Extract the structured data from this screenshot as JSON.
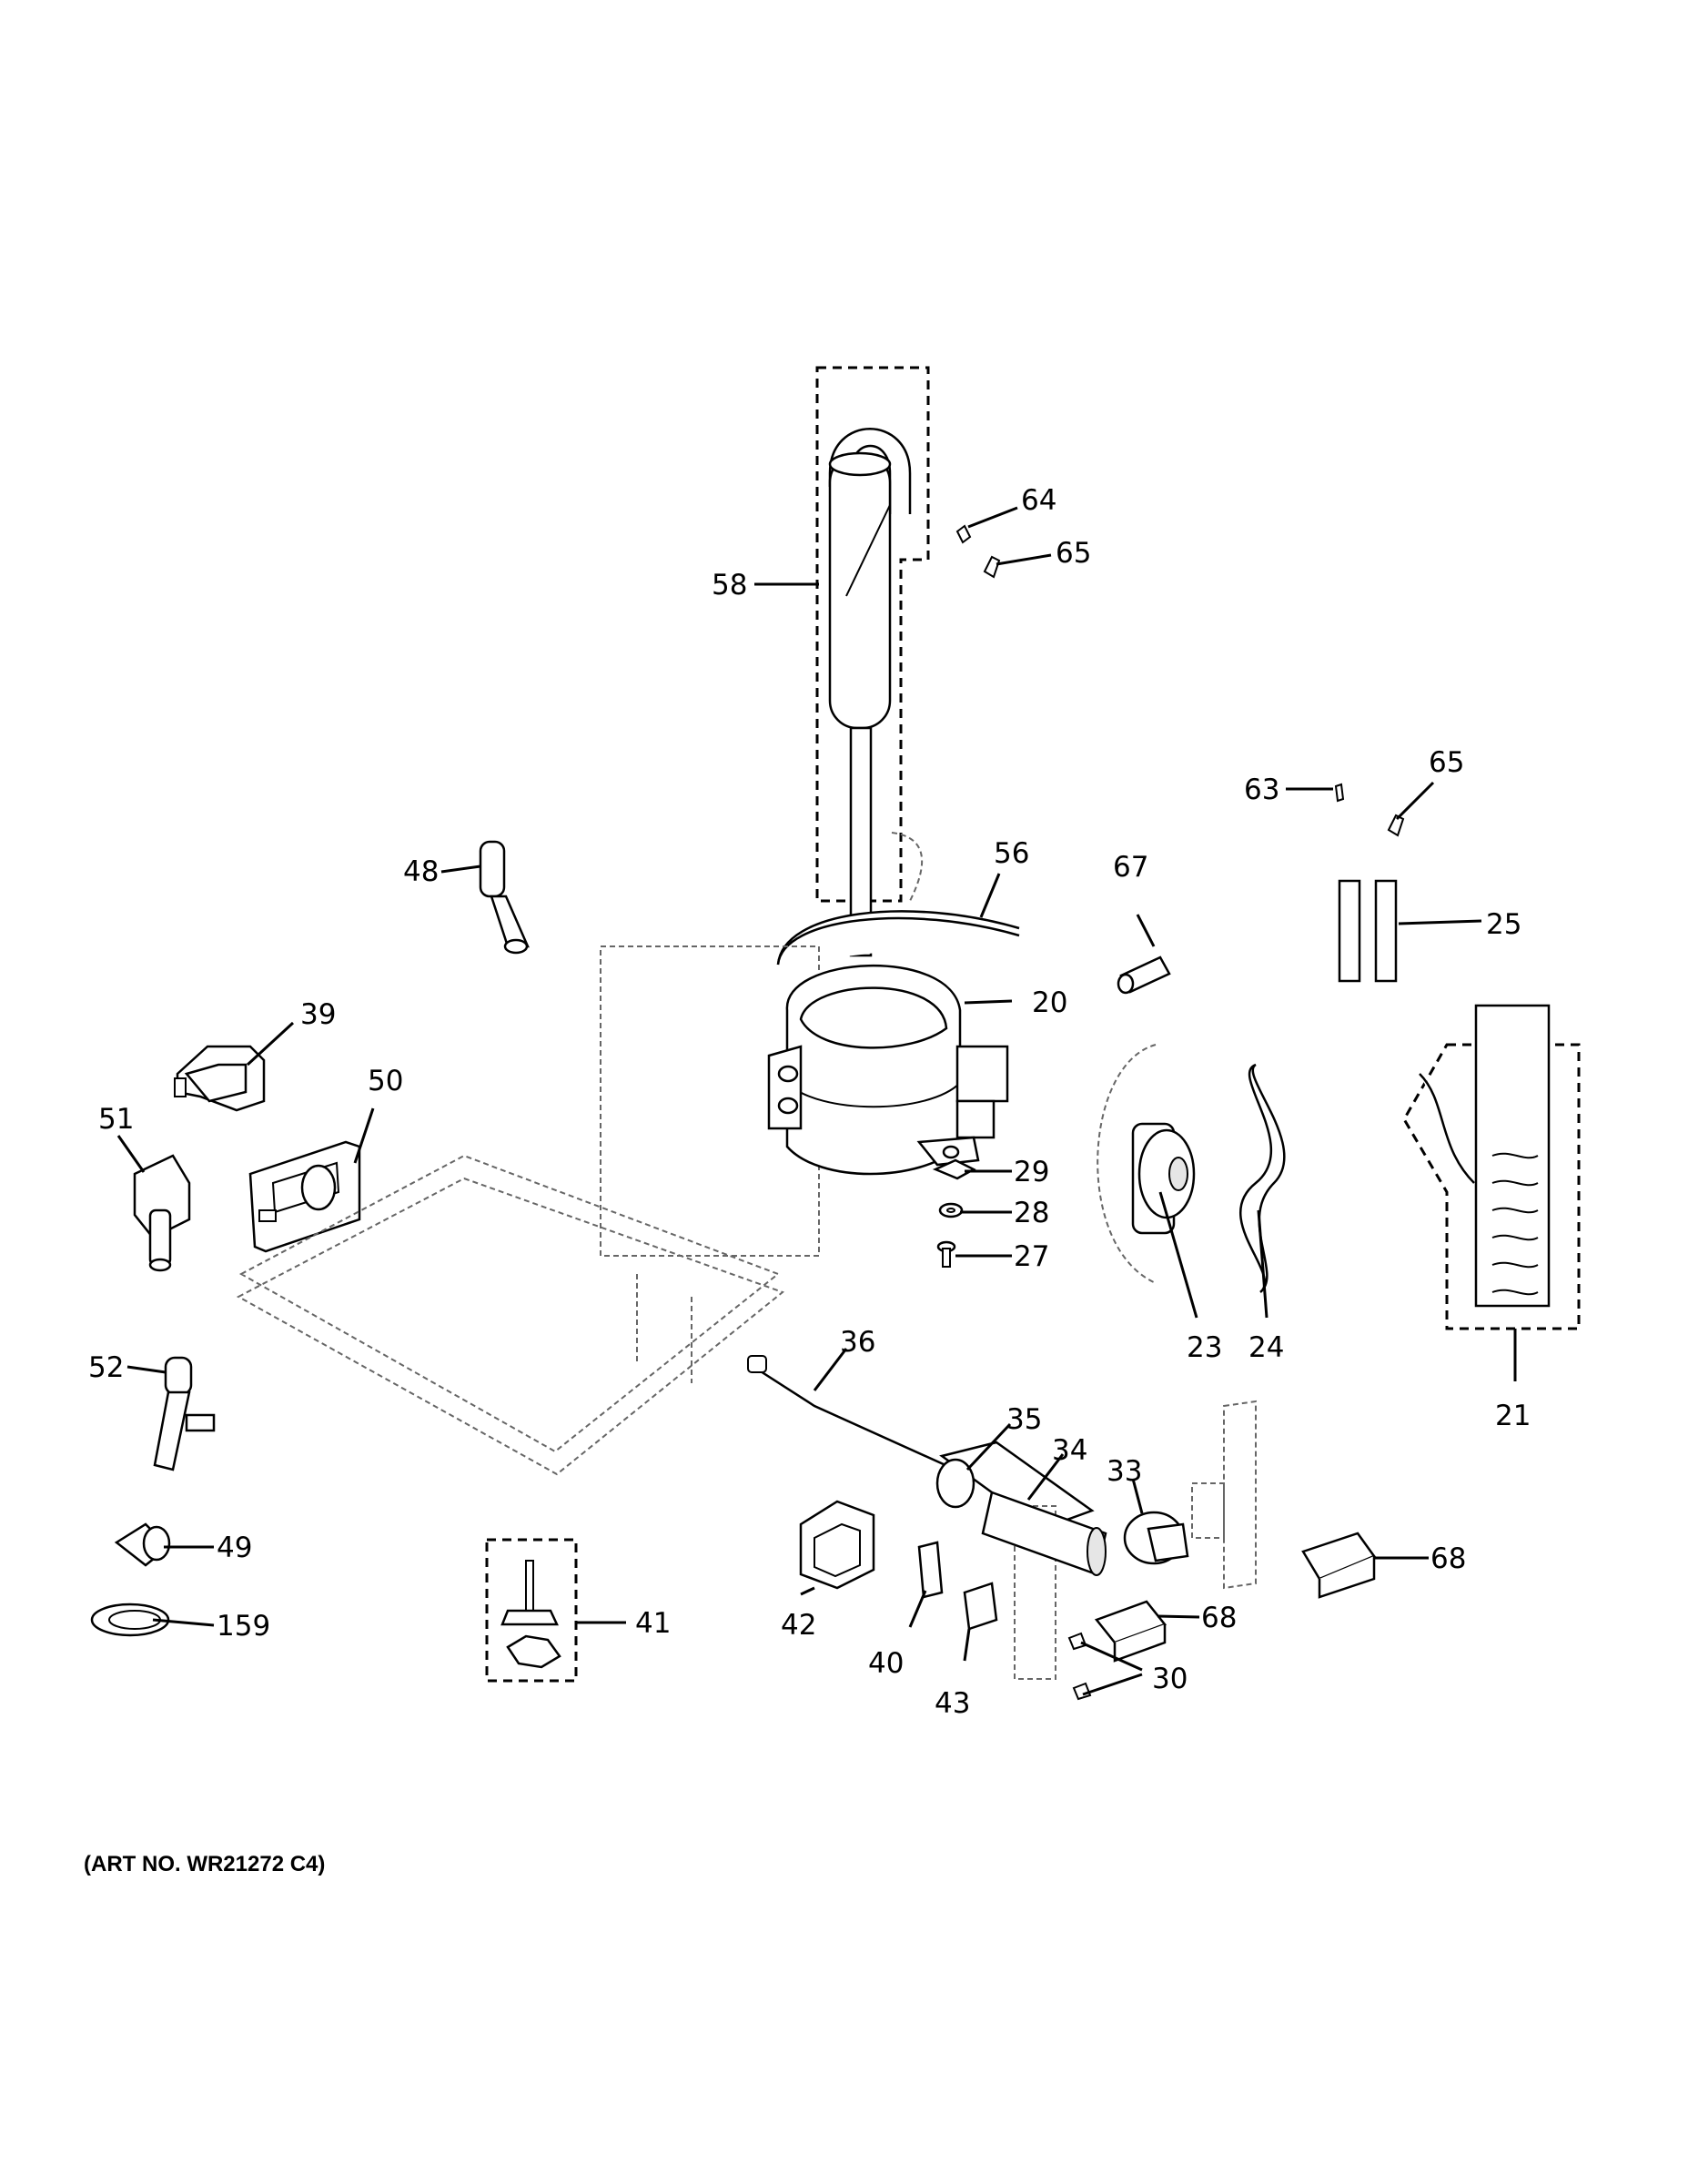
{
  "callouts": [
    {
      "id": "p58",
      "number": "58"
    },
    {
      "id": "p64",
      "number": "64"
    },
    {
      "id": "p65a",
      "number": "65"
    },
    {
      "id": "p63",
      "number": "63"
    },
    {
      "id": "p65b",
      "number": "65"
    },
    {
      "id": "p48",
      "number": "48"
    },
    {
      "id": "p56",
      "number": "56"
    },
    {
      "id": "p67",
      "number": "67"
    },
    {
      "id": "p25",
      "number": "25"
    },
    {
      "id": "p20",
      "number": "20"
    },
    {
      "id": "p39",
      "number": "39"
    },
    {
      "id": "p50",
      "number": "50"
    },
    {
      "id": "p51",
      "number": "51"
    },
    {
      "id": "p29",
      "number": "29"
    },
    {
      "id": "p28",
      "number": "28"
    },
    {
      "id": "p27",
      "number": "27"
    },
    {
      "id": "p23",
      "number": "23"
    },
    {
      "id": "p24",
      "number": "24"
    },
    {
      "id": "p21",
      "number": "21"
    },
    {
      "id": "p36",
      "number": "36"
    },
    {
      "id": "p52",
      "number": "52"
    },
    {
      "id": "p35",
      "number": "35"
    },
    {
      "id": "p34",
      "number": "34"
    },
    {
      "id": "p33",
      "number": "33"
    },
    {
      "id": "p68a",
      "number": "68"
    },
    {
      "id": "p68b",
      "number": "68"
    },
    {
      "id": "p49",
      "number": "49"
    },
    {
      "id": "p159",
      "number": "159"
    },
    {
      "id": "p41",
      "number": "41"
    },
    {
      "id": "p42",
      "number": "42"
    },
    {
      "id": "p40",
      "number": "40"
    },
    {
      "id": "p43",
      "number": "43"
    },
    {
      "id": "p30",
      "number": "30"
    }
  ],
  "art_number": "(ART NO. WR21272 C4)"
}
